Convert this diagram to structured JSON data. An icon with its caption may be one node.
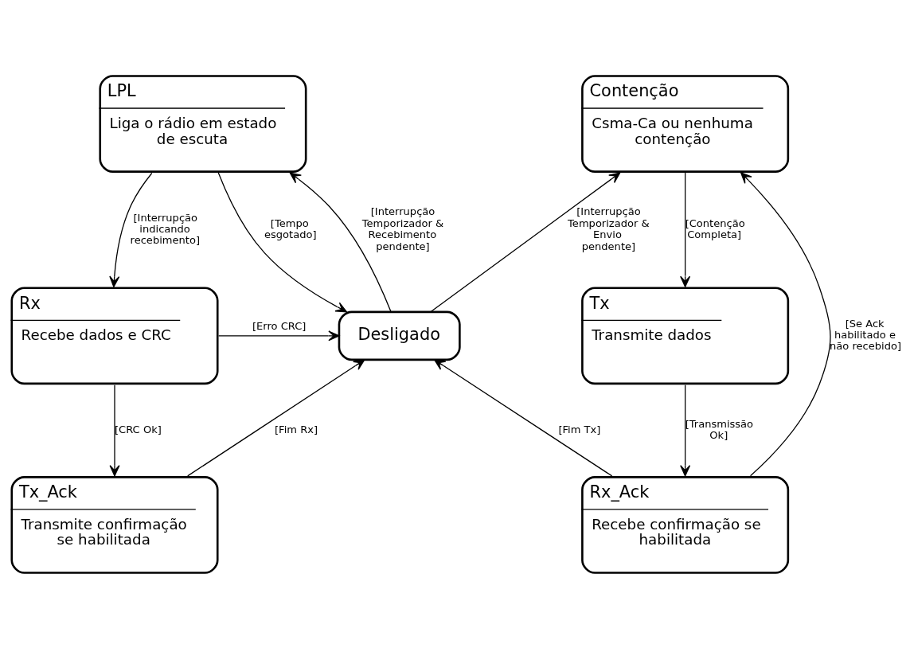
{
  "diagram": {
    "nodes": [
      {
        "text": [
          "LPL",
          "Liga o rádio em estado de escuta"
        ]
      },
      {
        "text": [
          "Rx",
          "Recebe dados e CRC"
        ]
      },
      {
        "text": [
          "Tx_Ack",
          "Transmite confirmação se habilitada"
        ]
      },
      {
        "text": [
          "Desligado"
        ]
      },
      {
        "text": [
          "Contenção",
          "Csma-Ca ou nenhuma contenção"
        ]
      },
      {
        "text": [
          "Tx",
          "Transmite dados"
        ]
      },
      {
        "text": [
          "Rx_Ack",
          "Recebe confirmação se habilitada"
        ]
      }
    ],
    "edges": [
      {
        "from": 3,
        "to": 0,
        "arrow": "to",
        "label": "[Interrupção Temporizador & Recebimento pendente]"
      },
      {
        "from": 3,
        "to": 4,
        "arrow": "to",
        "label": "[Interrupção Temporizador & Envio pendente]"
      },
      {
        "from": 0,
        "to": 3,
        "arrow": "to",
        "label": "[Tempo esgotado]"
      },
      {
        "from": 0,
        "to": 1,
        "arrow": "to",
        "label": "[Interrupção indicando recebimento]"
      },
      {
        "from": 1,
        "to": 3,
        "arrow": "to",
        "label": "[Erro CRC]"
      },
      {
        "from": 1,
        "to": 2,
        "arrow": "to",
        "label": "[CRC Ok]"
      },
      {
        "from": 2,
        "to": 3,
        "arrow": "to",
        "label": "[Fim Rx]"
      },
      {
        "from": 4,
        "to": 5,
        "arrow": "to",
        "label": "[Contenção Completa]"
      },
      {
        "from": 5,
        "to": 6,
        "arrow": "to",
        "label": "[Transmissão Ok]"
      },
      {
        "from": 6,
        "to": 3,
        "arrow": "to",
        "label": "[Fim Tx]"
      },
      {
        "from": 6,
        "to": 4,
        "arrow": "to",
        "label": "[Se Ack habilitado e não recebido]"
      }
    ]
  }
}
